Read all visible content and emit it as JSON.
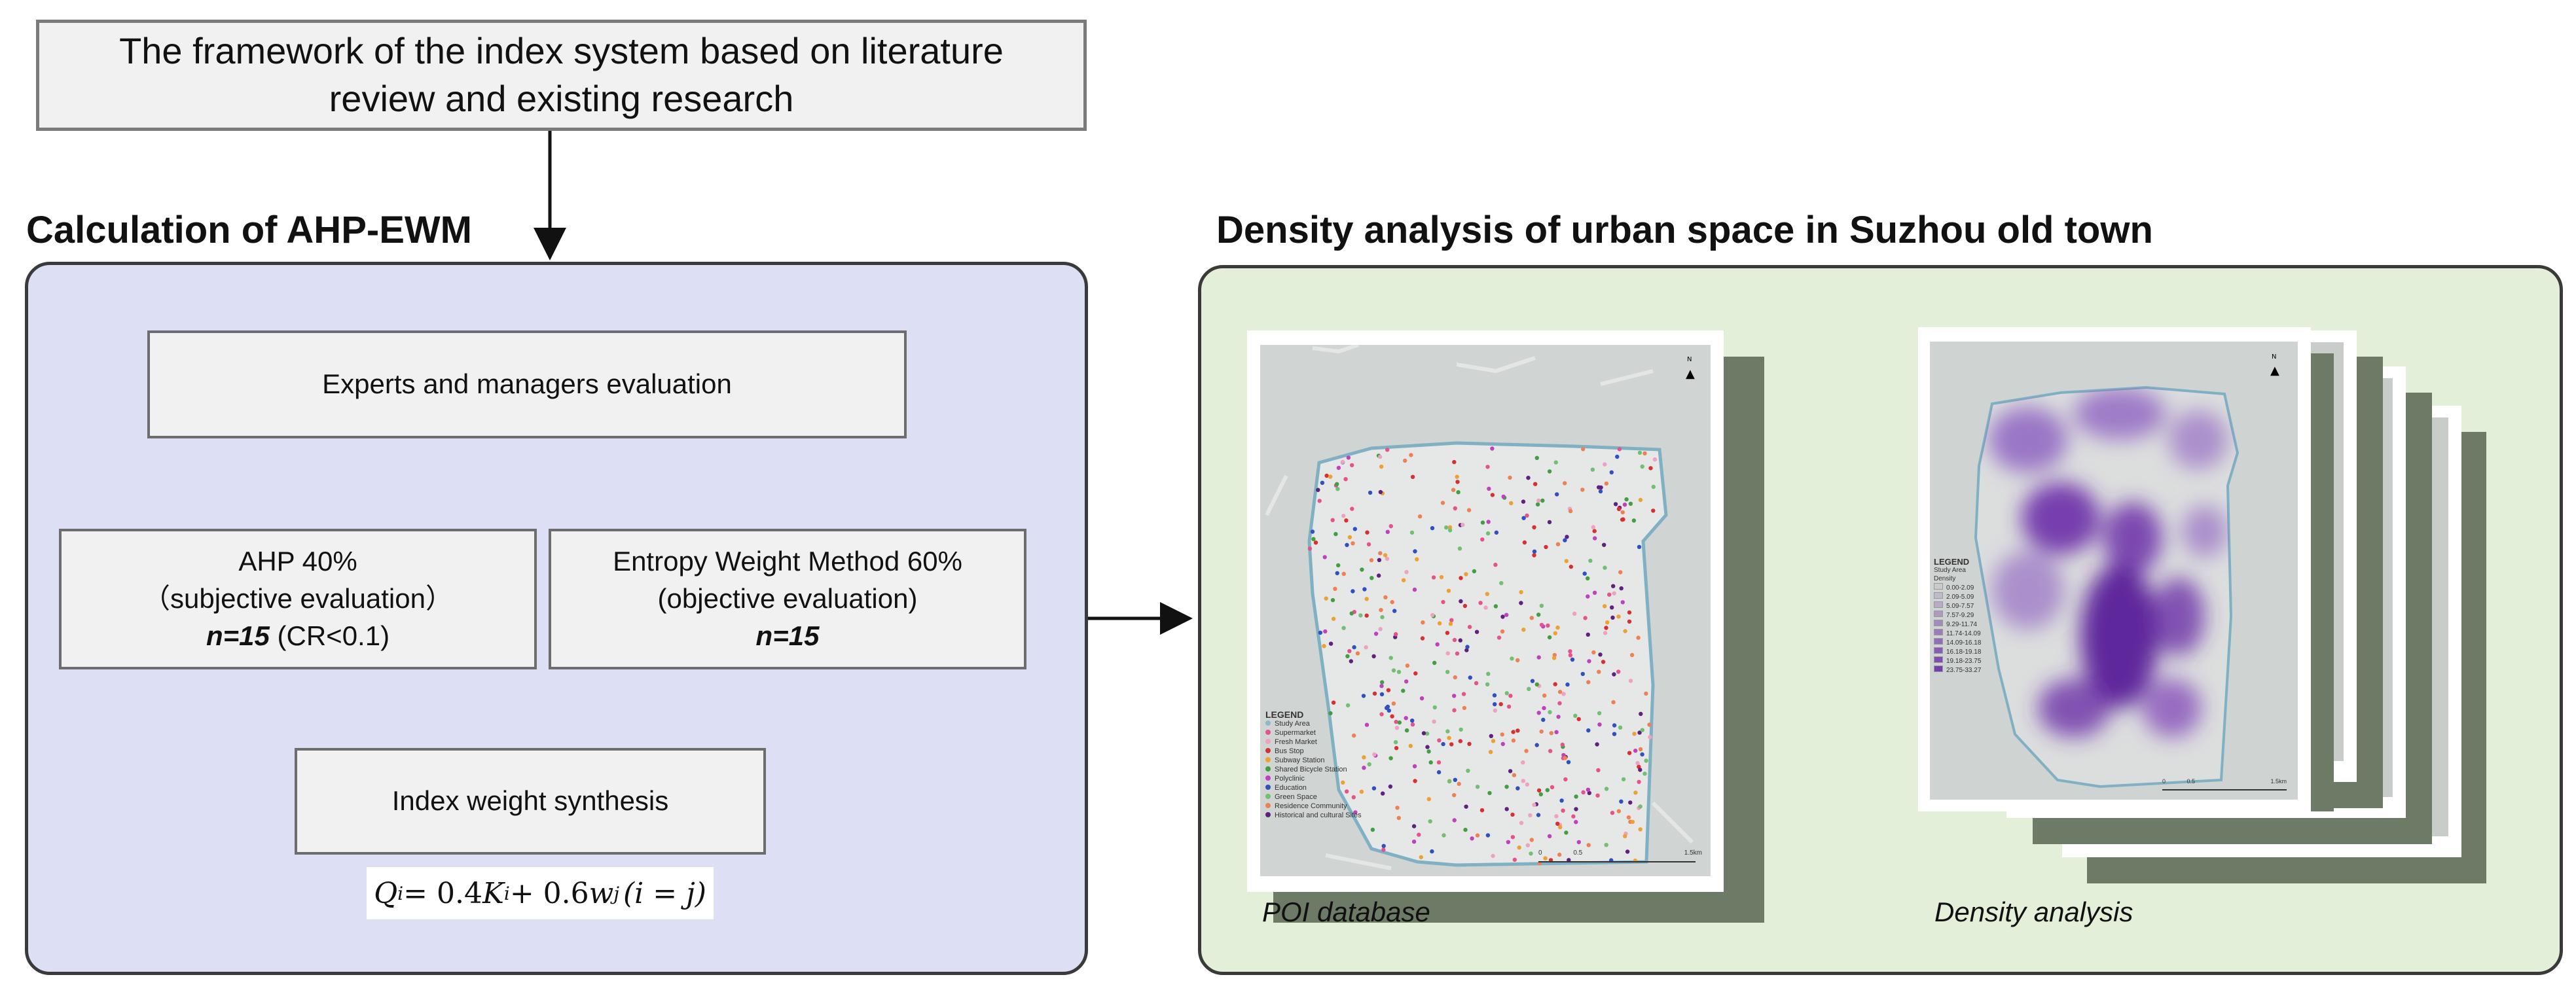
{
  "top_box": {
    "line1": "The framework of the index system based on literature",
    "line2": "review and existing research"
  },
  "left_section": {
    "title": "Calculation of AHP-EWM",
    "experts_box": "Experts and managers evaluation",
    "ahp_box": {
      "line1": "AHP 40%",
      "line2": "（subjective evaluation）",
      "n": "n=15",
      "cr": " (CR<0.1)"
    },
    "ewm_box": {
      "line1": "Entropy Weight Method 60%",
      "line2": "(objective evaluation)",
      "n": "n=15"
    },
    "synthesis_box": "Index weight synthesis",
    "formula": {
      "lhs": "Q",
      "lhs_sub": "i",
      "eq": " = 0.4",
      "k": "K",
      "k_sub": "i",
      "plus": " + 0.6",
      "w": "w",
      "w_sub": "j",
      "cond": "(i = j)"
    }
  },
  "right_section": {
    "title": "Density analysis of urban space in Suzhou old town",
    "poi_caption": "POI database",
    "density_caption": "Density analysis",
    "poi_legend": {
      "title": "LEGEND",
      "items": [
        "Study Area",
        "Supermarket",
        "Fresh Market",
        "Bus Stop",
        "Subway Station",
        "Shared Bicycle Station",
        "Polyclinic",
        "Education",
        "Green Space",
        "Residence Community",
        "Historical and cultural Sites"
      ],
      "colors": [
        "#8fb8c8",
        "#e8528c",
        "#f0a0c0",
        "#d83030",
        "#f0a030",
        "#40a040",
        "#c040c0",
        "#3050c0",
        "#70c070",
        "#f08050",
        "#602080"
      ]
    },
    "density_legend": {
      "title": "LEGEND",
      "study_area": "Study Area",
      "density_label": "Density",
      "items": [
        "0.00-2.09",
        "2.09-5.09",
        "5.09-7.57",
        "7.57-9.29",
        "9.29-11.74",
        "11.74-14.09",
        "14.09-16.18",
        "16.18-19.18",
        "19.18-23.75",
        "23.75-33.27"
      ]
    },
    "scale_poi": [
      "0",
      "0.5",
      "1.5km"
    ],
    "scale_density": [
      "0",
      "0.5",
      "1.5km"
    ]
  },
  "colors": {
    "left_panel": "#dde0f5",
    "right_panel": "#e4efd9",
    "density_purple": "#6b2fa8"
  }
}
